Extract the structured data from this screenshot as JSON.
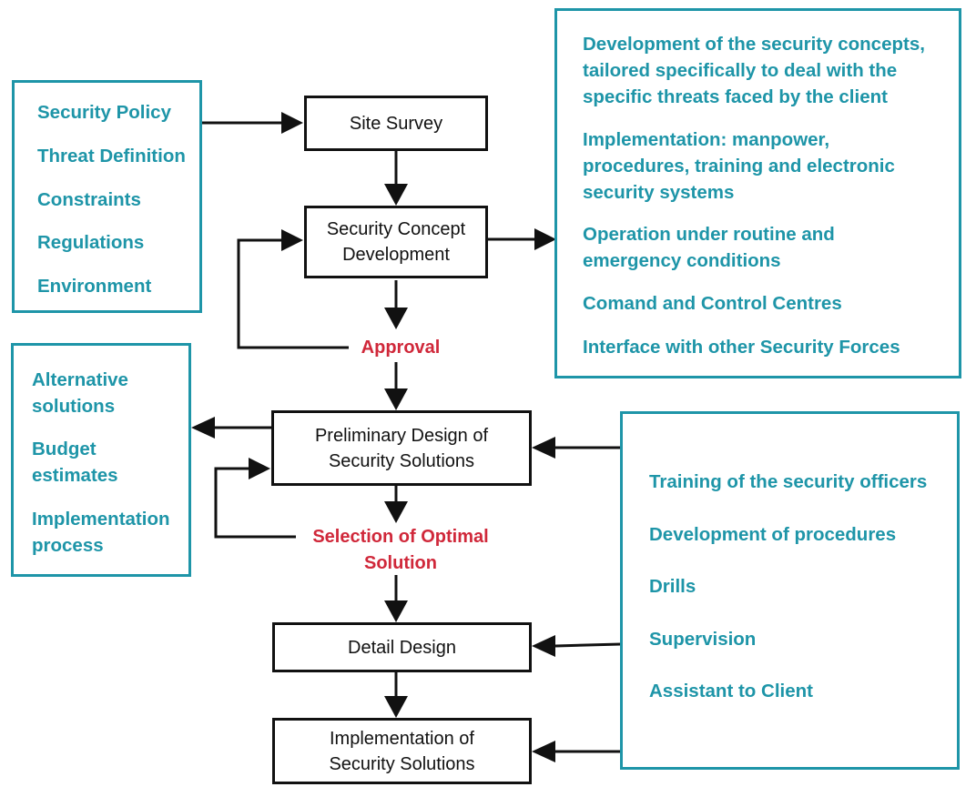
{
  "colors": {
    "accent": "#1e95a8",
    "decision": "#d0283a",
    "line": "#111111"
  },
  "inputs_box": {
    "items": [
      "Security Policy",
      "Threat Definition",
      "Constraints",
      "Regulations",
      "Environment"
    ]
  },
  "concept_details_box": {
    "items": [
      "Development of the security concepts,\ntailored specifically to deal with the\nspecific threats faced by the client",
      "Implementation: manpower,\nprocedures, training and electronic\nsecurity systems",
      "Operation under routine and\nemergency conditions",
      "Comand and Control Centres",
      "Interface with other Security Forces"
    ]
  },
  "design_outputs_box": {
    "items": [
      "Alternative\nsolutions",
      "Budget\nestimates",
      "Implementation\nprocess"
    ]
  },
  "support_box": {
    "items": [
      "Training of the security officers",
      "Development of procedures",
      "Drills",
      "Supervision",
      "Assistant to Client"
    ]
  },
  "flow": {
    "site_survey": "Site Survey",
    "concept_development": "Security Concept\nDevelopment",
    "approval": "Approval",
    "preliminary_design": "Preliminary Design of\nSecurity Solutions",
    "selection": "Selection of Optimal\nSolution",
    "detail_design": "Detail Design",
    "implementation": "Implementation of\nSecurity Solutions"
  }
}
